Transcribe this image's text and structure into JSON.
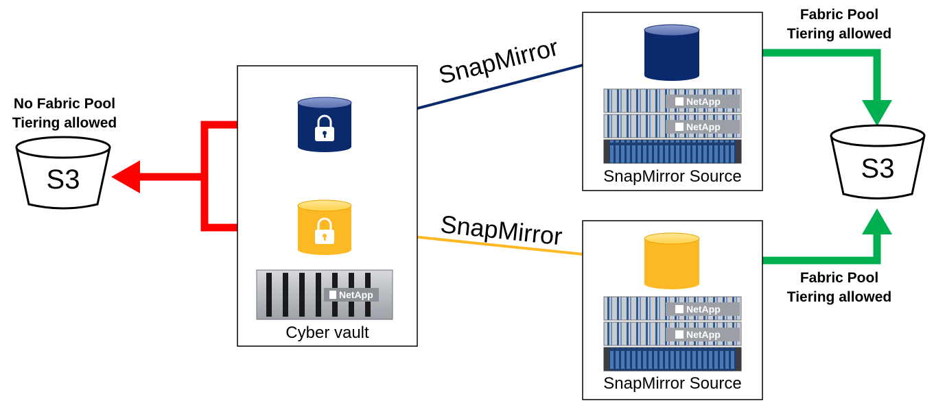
{
  "left_bucket": {
    "label": "S3",
    "note_line1": "No Fabric Pool",
    "note_line2": "Tiering allowed"
  },
  "right_bucket": {
    "label": "S3"
  },
  "top_note": {
    "line1": "Fabric Pool",
    "line2": "Tiering allowed"
  },
  "bottom_note": {
    "line1": "Fabric Pool",
    "line2": "Tiering allowed"
  },
  "vault": {
    "caption": "Cyber vault",
    "brand": "NetApp"
  },
  "source_top": {
    "caption": "SnapMirror Source",
    "brand": "NetApp"
  },
  "source_bottom": {
    "caption": "SnapMirror Source",
    "brand": "NetApp"
  },
  "links": {
    "top_label": "SnapMirror",
    "bottom_label": "SnapMirror"
  },
  "colors": {
    "blue_volume": "#0b2a6e",
    "yellow_volume": "#fdb924",
    "red_path": "#ff0000",
    "green_path": "#00b050"
  }
}
